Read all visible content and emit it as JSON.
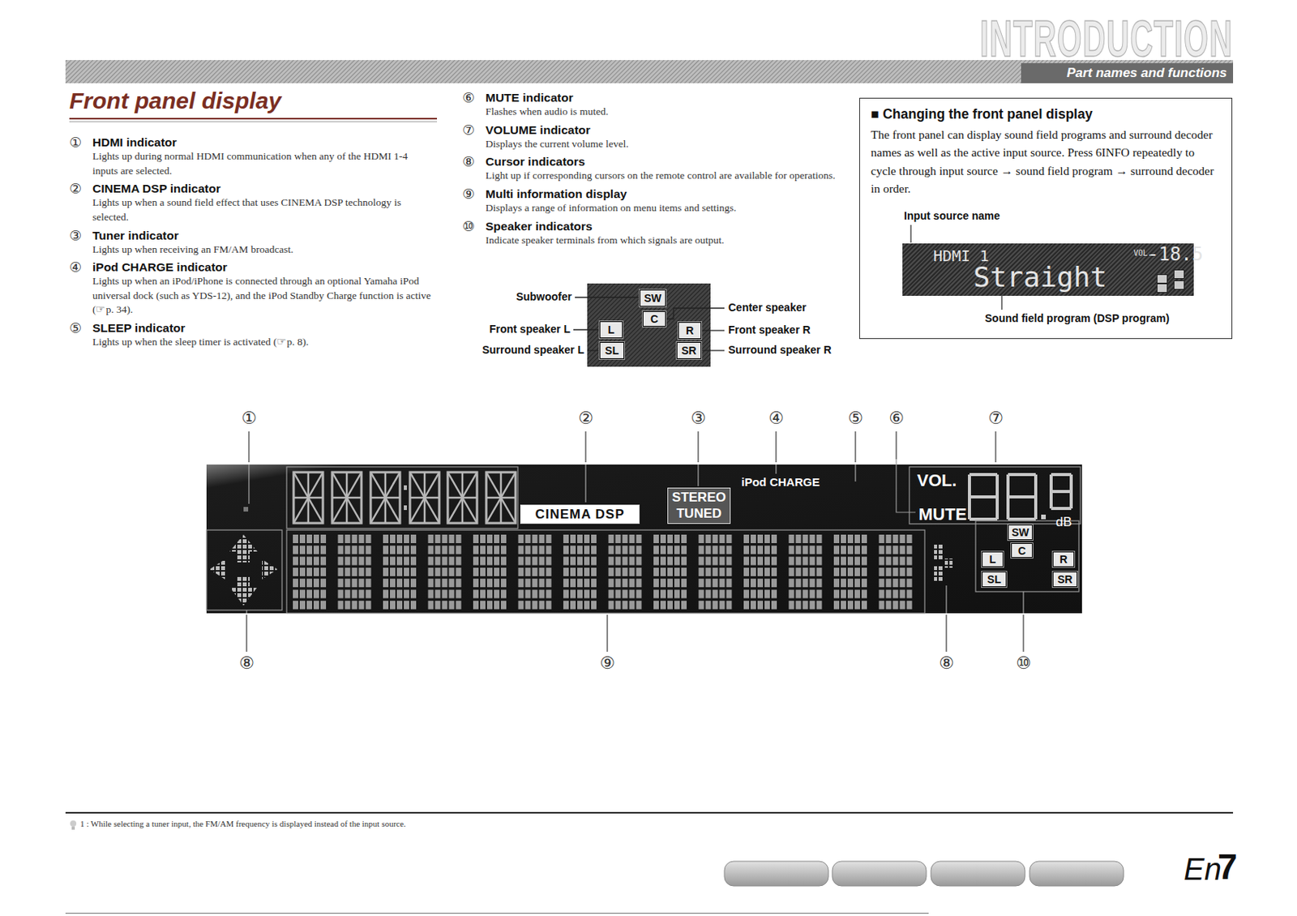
{
  "diagram": {
    "title": "Front panel display",
    "nodes": [
      {
        "text": [
          "■ Changing the front panel display",
          "The front panel can display sound field programs and surround decoder names as well as the active input source. Press 6INFO repeatedly to cycle through input source → sound field program → surround decoder in order."
        ]
      },
      {
        "text": [
          "HDMI 1",
          "VOL.",
          "-18.5",
          "Straight"
        ],
        "in": 0
      },
      {
        "text": [
          "SW"
        ]
      },
      {
        "text": [
          "C"
        ]
      },
      {
        "text": [
          "L"
        ]
      },
      {
        "text": [
          "R"
        ]
      },
      {
        "text": [
          "SL"
        ]
      },
      {
        "text": [
          "SR"
        ]
      },
      {
        "text": [
          "CINEMA DSP"
        ]
      },
      {
        "text": [
          "STEREO",
          "TUNED"
        ]
      },
      {
        "text": [
          "SW"
        ]
      },
      {
        "text": [
          "C"
        ]
      },
      {
        "text": [
          "L"
        ]
      },
      {
        "text": [
          "R"
        ]
      },
      {
        "text": [
          "SL"
        ]
      },
      {
        "text": [
          "SR"
        ]
      }
    ],
    "labels": [
      "INTRODUCTION",
      "Part names and functions",
      "①",
      "HDMI indicator",
      "Lights up during normal HDMI communication when any of the HDMI 1-4 inputs are selected.",
      "②",
      "CINEMA DSP indicator",
      "Lights up when a sound field effect that uses CINEMA DSP technology is selected.",
      "③",
      "Tuner indicator",
      "Lights up when receiving an FM/AM broadcast.",
      "④",
      "iPod CHARGE indicator",
      "Lights up when an iPod/iPhone is connected through an optional Yamaha iPod universal dock (such as YDS-12), and the iPod Standby Charge function is active (☞p. 34).",
      "⑤",
      "SLEEP indicator",
      "Lights up when the sleep timer is activated (☞p. 8).",
      "⑥",
      "MUTE indicator",
      "Flashes when audio is muted.",
      "⑦",
      "VOLUME indicator",
      "Displays the current volume level.",
      "⑧",
      "Cursor indicators",
      "Light up if corresponding cursors on the remote control are available for operations.",
      "⑨",
      "Multi information display",
      "Displays a range of information on menu items and settings.",
      "⑩",
      "Speaker indicators",
      "Indicate speaker terminals from which signals are output.",
      "Subwoofer",
      "Front speaker L",
      "Surround speaker L",
      "Center speaker",
      "Front speaker R",
      "Surround speaker R",
      "Input source name",
      "Sound field program (DSP program)",
      "①",
      "②",
      "③",
      "④",
      "⑤",
      "⑥",
      "⑦",
      "⑧",
      "⑨",
      "⑧",
      "⑩",
      "iPod CHARGE",
      "VOL.",
      "MUTE",
      "dB",
      "1 : While selecting a tuner input, the FM/AM frequency is displayed instead of the input source.",
      "En",
      "7"
    ]
  }
}
